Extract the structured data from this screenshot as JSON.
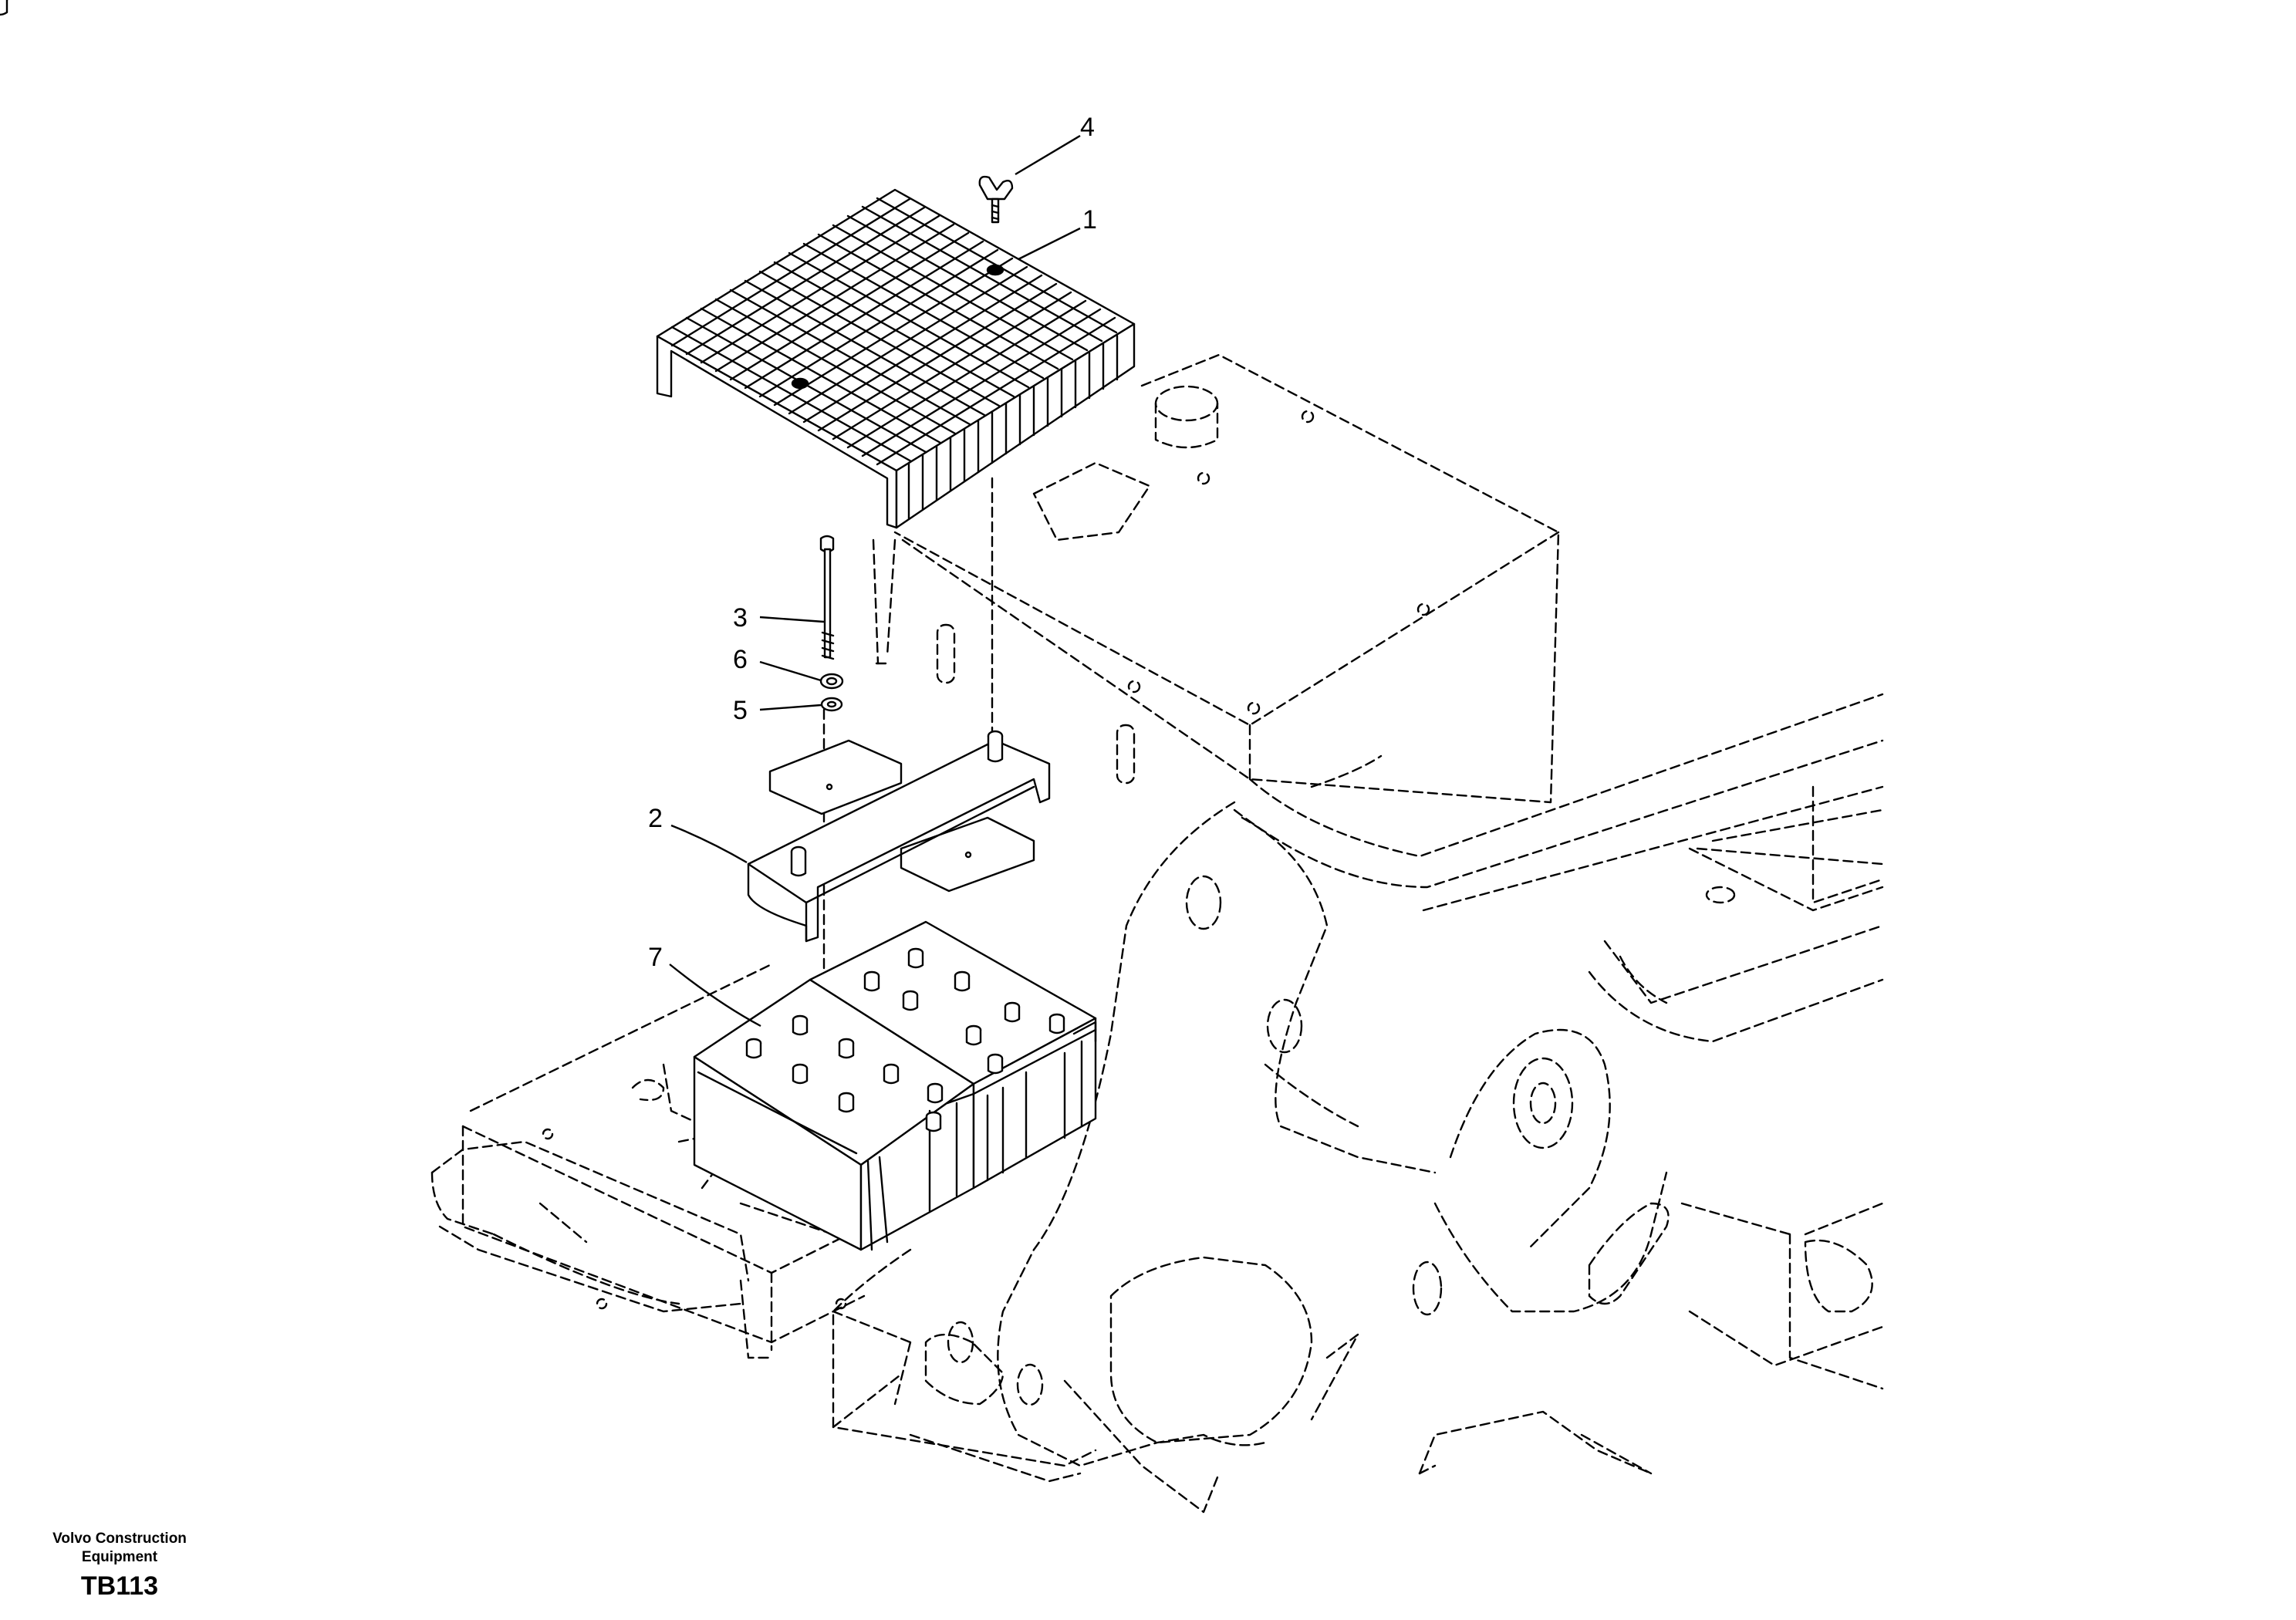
{
  "diagram": {
    "callouts": [
      "1",
      "2",
      "3",
      "4",
      "5",
      "6",
      "7"
    ]
  },
  "footer": {
    "company": "Volvo Construction Equipment",
    "code": "TB113"
  }
}
